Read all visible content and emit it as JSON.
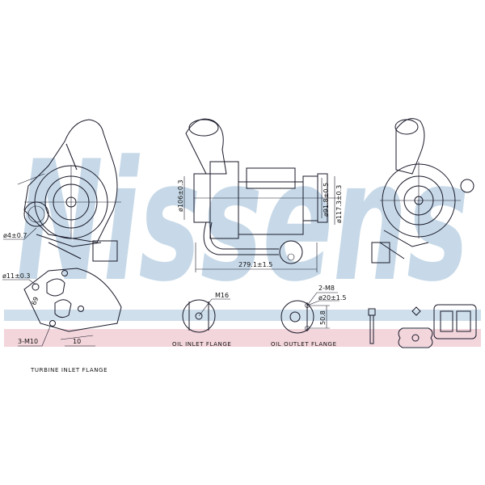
{
  "watermark": {
    "text": "Nissens",
    "color": "#c7d9e8",
    "band_blue": "#cfdfec",
    "band_pink": "#f3d6dc"
  },
  "views": {
    "left": {
      "dim_pipe": "ø4±0.7"
    },
    "center": {
      "dim_inlet": "ø106±0.3",
      "dim_length": "279.1±1.5",
      "dim_outlet_inner": "ø91.8±0.5",
      "dim_outlet_outer": "ø117.3±0.3"
    }
  },
  "flanges": {
    "turbine_inlet": {
      "caption": "TURBINE INLET FLANGE",
      "dim_hole": "ø11±0.3",
      "dim_height": "69",
      "dim_width": "10",
      "bolts": "3-M10"
    },
    "oil_inlet": {
      "caption": "OIL INLET FLANGE",
      "thread": "M16"
    },
    "oil_outlet": {
      "caption": "OIL OUTLET FLANGE",
      "bolts": "2-M8",
      "dim_bore": "ø20±1.5",
      "dim_spacing": "50.8"
    }
  }
}
